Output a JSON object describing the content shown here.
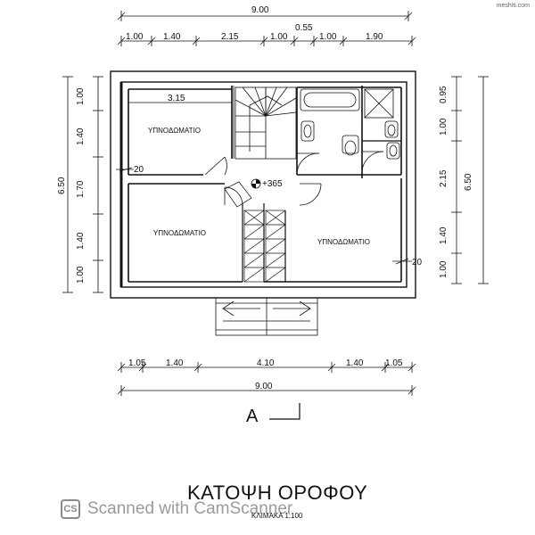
{
  "watermark": "meshiti.com",
  "title": "ΚΑΤΟΨΗ ΟΡΟΦΟΥ",
  "scale": "ΚΛΙΜΑΚΑ 1:100",
  "scanner": {
    "logo": "CS",
    "text": "Scanned with CamScanner"
  },
  "section_mark": "A",
  "elevation": "+365",
  "rooms": {
    "bedroom_top_left": "ΥΠΝΟΔΩΜΑΤΙΟ",
    "bedroom_bottom_left": "ΥΠΝΟΔΩΜΑΤΙΟ",
    "bedroom_right": "ΥΠΝΟΔΩΜΑΤΙΟ",
    "inner_width": "3.15"
  },
  "dims": {
    "top_total": "9.00",
    "top_parts": [
      "1.00",
      "1.40",
      "2.15",
      "1.00",
      "0.55",
      "1.00",
      "1.90"
    ],
    "bottom_parts": [
      "1.05",
      "1.40",
      "4.10",
      "1.40",
      "1.05"
    ],
    "bottom_total": "9.00",
    "left_total": "6.50",
    "left_parts": [
      "1.00",
      "1.40",
      "1.70",
      "1.40",
      "1.00"
    ],
    "right_parts": [
      "0.95",
      "1.00",
      "2.15",
      "1.40",
      "1.00"
    ],
    "right_total": "6.50",
    "wall_left": "20",
    "wall_right": "20"
  }
}
